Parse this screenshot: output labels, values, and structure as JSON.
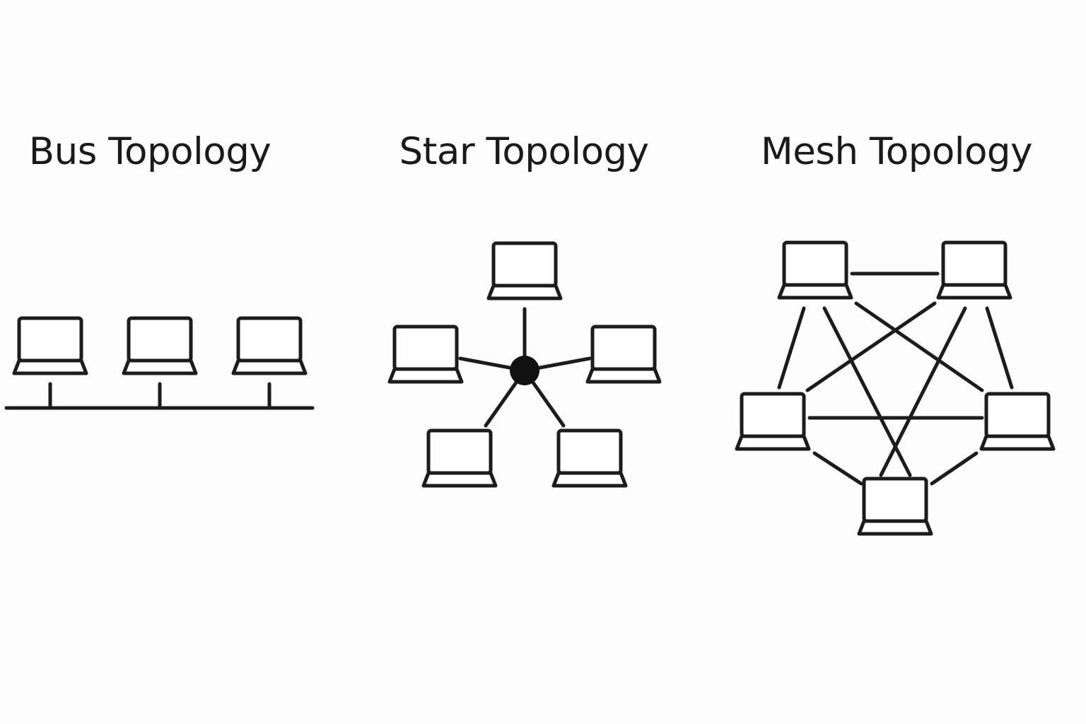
{
  "diagram": {
    "panels": [
      {
        "id": "bus",
        "title": "Bus Topology",
        "nodes": [
          "computer-1",
          "computer-2",
          "computer-3"
        ],
        "connection": "shared-backbone"
      },
      {
        "id": "star",
        "title": "Star Topology",
        "nodes": [
          "computer-1",
          "computer-2",
          "computer-3",
          "computer-4",
          "computer-5"
        ],
        "connection": "central-hub"
      },
      {
        "id": "mesh",
        "title": "Mesh Topology",
        "nodes": [
          "computer-1",
          "computer-2",
          "computer-3",
          "computer-4",
          "computer-5"
        ],
        "connection": "fully-connected"
      }
    ],
    "icon": "laptop-icon",
    "colors": {
      "stroke": "#1c1c1c",
      "background": "#fdfdfd"
    }
  }
}
